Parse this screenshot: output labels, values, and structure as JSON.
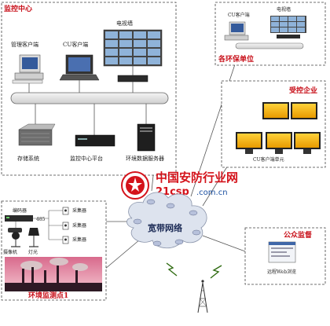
{
  "monitor_center": {
    "title": "监控中心",
    "tv_wall": "电视墙",
    "admin_client": "管理客户端",
    "cu_client": "CU客户端",
    "storage": "存储系统",
    "platform": "监控中心平台",
    "env_server": "环境数据服务器"
  },
  "security_unit": {
    "title": "各环保单位",
    "cu_client": "CU客户端",
    "tv_wall": "电视墙"
  },
  "controlled_enterprise": {
    "title": "受控企业",
    "cu_client_unit": "CU客户端单元"
  },
  "network": {
    "label": "宽带网络"
  },
  "watermark": {
    "site_name": "中国安防行业网",
    "site_code": "21csp",
    "domain": ".com.cn"
  },
  "env_point": {
    "title": "环境监测点1",
    "encoder": "编码器",
    "port": "485",
    "collector_1": "采集器",
    "collector_2": "采集器",
    "collector_3": "采集器",
    "camera": "摄像机",
    "light": "灯光"
  },
  "public_supervision": {
    "title": "公众监督",
    "remote_web": "远程Web浏览"
  }
}
